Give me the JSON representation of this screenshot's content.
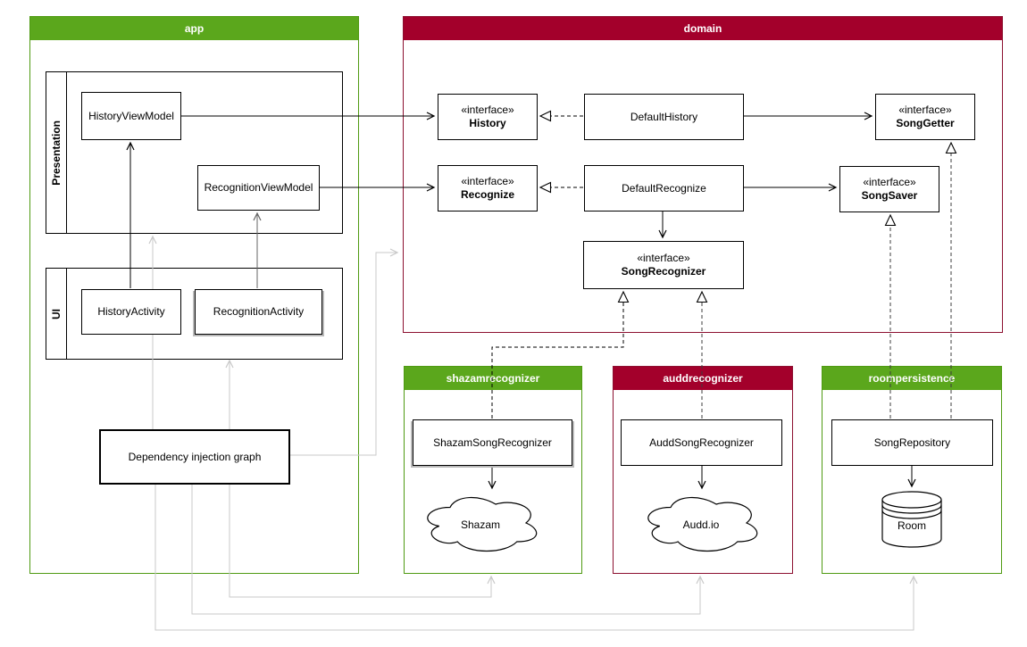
{
  "colors": {
    "module_green": "#5ba71c",
    "module_red": "#a3002b",
    "green_border": "#4f9a12",
    "red_border": "#8c1030",
    "di_edge_gray": "#c9c9c9",
    "edge_black": "#000000"
  },
  "modules": {
    "app": {
      "title": "app",
      "sections": {
        "presentation": {
          "label": "Presentation"
        },
        "ui": {
          "label": "UI"
        }
      },
      "nodes": {
        "history_view_model": {
          "label": "HistoryViewModel"
        },
        "recognition_view_model": {
          "label": "RecognitionViewModel"
        },
        "history_activity": {
          "label": "HistoryActivity"
        },
        "recognition_activity": {
          "label": "RecognitionActivity"
        },
        "di_graph": {
          "label": "Dependency injection graph"
        }
      }
    },
    "domain": {
      "title": "domain",
      "nodes": {
        "history": {
          "stereotype": "«interface»",
          "label": "History"
        },
        "recognize": {
          "stereotype": "«interface»",
          "label": "Recognize"
        },
        "song_getter": {
          "stereotype": "«interface»",
          "label": "SongGetter"
        },
        "song_saver": {
          "stereotype": "«interface»",
          "label": "SongSaver"
        },
        "song_recognizer": {
          "stereotype": "«interface»",
          "label": "SongRecognizer"
        },
        "default_history": {
          "label": "DefaultHistory"
        },
        "default_recognize": {
          "label": "DefaultRecognize"
        }
      }
    },
    "shazamrecognizer": {
      "title": "shazamrecognizer",
      "nodes": {
        "shazam_song_recognizer": {
          "label": "ShazamSongRecognizer"
        },
        "shazam_cloud": {
          "label": "Shazam"
        }
      }
    },
    "auddrecognizer": {
      "title": "auddrecognizer",
      "nodes": {
        "audd_song_recognizer": {
          "label": "AuddSongRecognizer"
        },
        "audd_cloud": {
          "label": "Audd.io"
        }
      }
    },
    "roompersistence": {
      "title": "roompersistence",
      "nodes": {
        "song_repository": {
          "label": "SongRepository"
        },
        "room_db": {
          "label": "Room"
        }
      }
    }
  },
  "edges": [
    {
      "from": "HistoryViewModel",
      "to": "History",
      "type": "dependency"
    },
    {
      "from": "RecognitionViewModel",
      "to": "Recognize",
      "type": "dependency"
    },
    {
      "from": "HistoryActivity",
      "to": "HistoryViewModel",
      "type": "dependency"
    },
    {
      "from": "RecognitionActivity",
      "to": "RecognitionViewModel",
      "type": "dependency"
    },
    {
      "from": "DefaultHistory",
      "to": "History",
      "type": "realization"
    },
    {
      "from": "DefaultHistory",
      "to": "SongGetter",
      "type": "dependency"
    },
    {
      "from": "DefaultRecognize",
      "to": "Recognize",
      "type": "realization"
    },
    {
      "from": "DefaultRecognize",
      "to": "SongSaver",
      "type": "dependency"
    },
    {
      "from": "DefaultRecognize",
      "to": "SongRecognizer",
      "type": "dependency"
    },
    {
      "from": "ShazamSongRecognizer",
      "to": "SongRecognizer",
      "type": "realization"
    },
    {
      "from": "AuddSongRecognizer",
      "to": "SongRecognizer",
      "type": "realization"
    },
    {
      "from": "SongRepository",
      "to": "SongSaver",
      "type": "realization"
    },
    {
      "from": "SongRepository",
      "to": "SongGetter",
      "type": "realization"
    },
    {
      "from": "ShazamSongRecognizer",
      "to": "Shazam",
      "type": "dependency"
    },
    {
      "from": "AuddSongRecognizer",
      "to": "Audd.io",
      "type": "dependency"
    },
    {
      "from": "SongRepository",
      "to": "Room",
      "type": "dependency"
    },
    {
      "from": "Dependency injection graph",
      "to": "Presentation",
      "type": "dependency"
    },
    {
      "from": "Dependency injection graph",
      "to": "UI",
      "type": "dependency"
    },
    {
      "from": "Dependency injection graph",
      "to": "domain",
      "type": "dependency"
    },
    {
      "from": "Dependency injection graph",
      "to": "shazamrecognizer",
      "type": "dependency"
    },
    {
      "from": "Dependency injection graph",
      "to": "auddrecognizer",
      "type": "dependency"
    },
    {
      "from": "Dependency injection graph",
      "to": "roompersistence",
      "type": "dependency"
    }
  ]
}
